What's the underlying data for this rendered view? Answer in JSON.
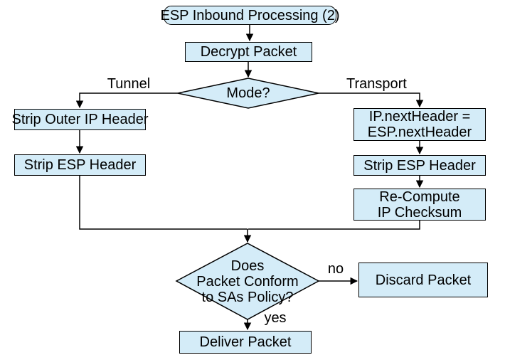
{
  "diagram": {
    "background_color": "#FFFFFF",
    "node_fill_color": "#D4ECF8",
    "node_border_color": "#000000",
    "text_color": "#000000",
    "nodes": {
      "start": {
        "label": "ESP Inbound Processing (2)"
      },
      "decrypt": {
        "label": "Decrypt Packet"
      },
      "mode": {
        "label": "Mode?"
      },
      "strip_outer": {
        "label": "Strip Outer IP Header"
      },
      "strip_esp_left": {
        "label": "Strip ESP Header"
      },
      "ip_next": {
        "line1": "IP.nextHeader =",
        "line2": "ESP.nextHeader"
      },
      "strip_esp_right": {
        "label": "Strip ESP Header"
      },
      "recompute": {
        "line1": "Re-Compute",
        "line2": "IP Checksum"
      },
      "policy": {
        "line1": "Does",
        "line2": "Packet Conform",
        "line3": "to SAs Policy?"
      },
      "discard": {
        "label": "Discard Packet"
      },
      "deliver": {
        "label": "Deliver Packet"
      }
    },
    "edge_labels": {
      "tunnel": "Tunnel",
      "transport": "Transport",
      "no": "no",
      "yes": "yes"
    }
  }
}
